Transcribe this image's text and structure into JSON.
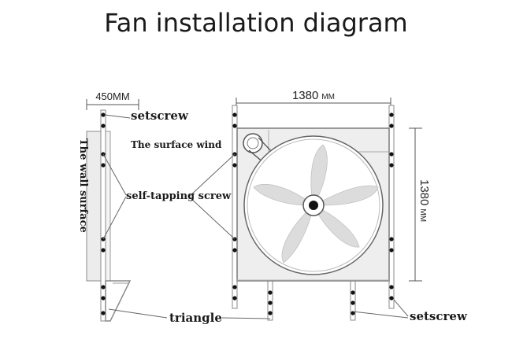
{
  "title": "Fan installation diagram",
  "dimensions": {
    "depth": "450MM",
    "width_value": "1380",
    "width_unit": "MM",
    "height_value": "1380",
    "height_unit": "MM"
  },
  "labels": {
    "setscrew_top": "setscrew",
    "surface_wind": "The surface wind",
    "wall_surface": "The wall surface",
    "self_tapping_screw": "self-tapping screw",
    "triangle": "triangle",
    "setscrew_bottom": "setscrew"
  },
  "colors": {
    "line": "#555555",
    "frame": "#9a9a9a",
    "panel": "#ececec",
    "blade": "#dcdcdc",
    "bolt": "#111111"
  }
}
